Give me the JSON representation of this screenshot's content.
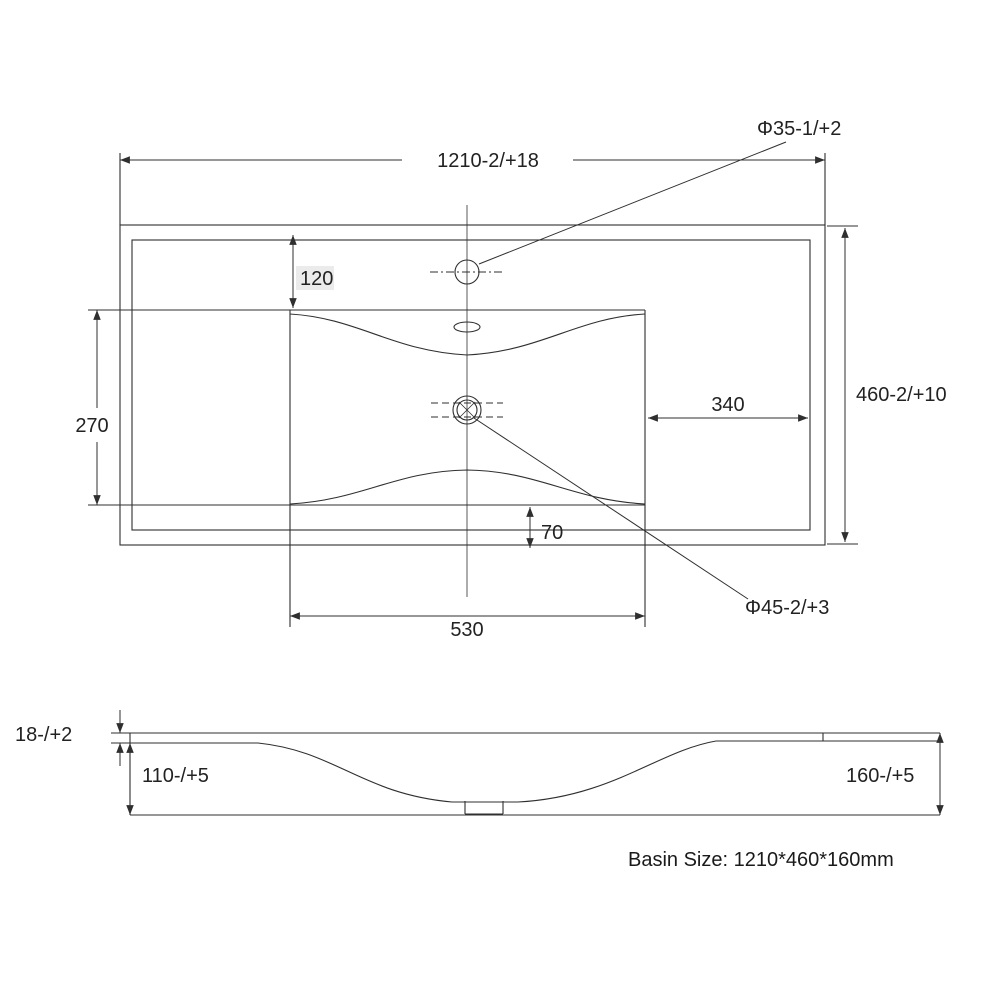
{
  "colors": {
    "ink": "#2f2f2f",
    "background": "#ffffff",
    "label_highlight": "#ebebeb"
  },
  "plan": {
    "overall_width": "1210-2/+18",
    "overall_depth": "460-2/+10",
    "faucet_hole_diameter": "Φ35-1/+2",
    "faucet_hole_offset": "120",
    "bowl_depth": "270",
    "deck_right_width": "340",
    "bowl_bottom_offset": "70",
    "bowl_width": "530",
    "drain_hole_diameter": "Φ45-2/+3"
  },
  "section": {
    "rim_thickness": "18-/+2",
    "bowl_inner_depth": "110-/+5",
    "overall_height": "160-/+5"
  },
  "footer": {
    "basin_size_caption": "Basin Size: 1210*460*160mm"
  }
}
